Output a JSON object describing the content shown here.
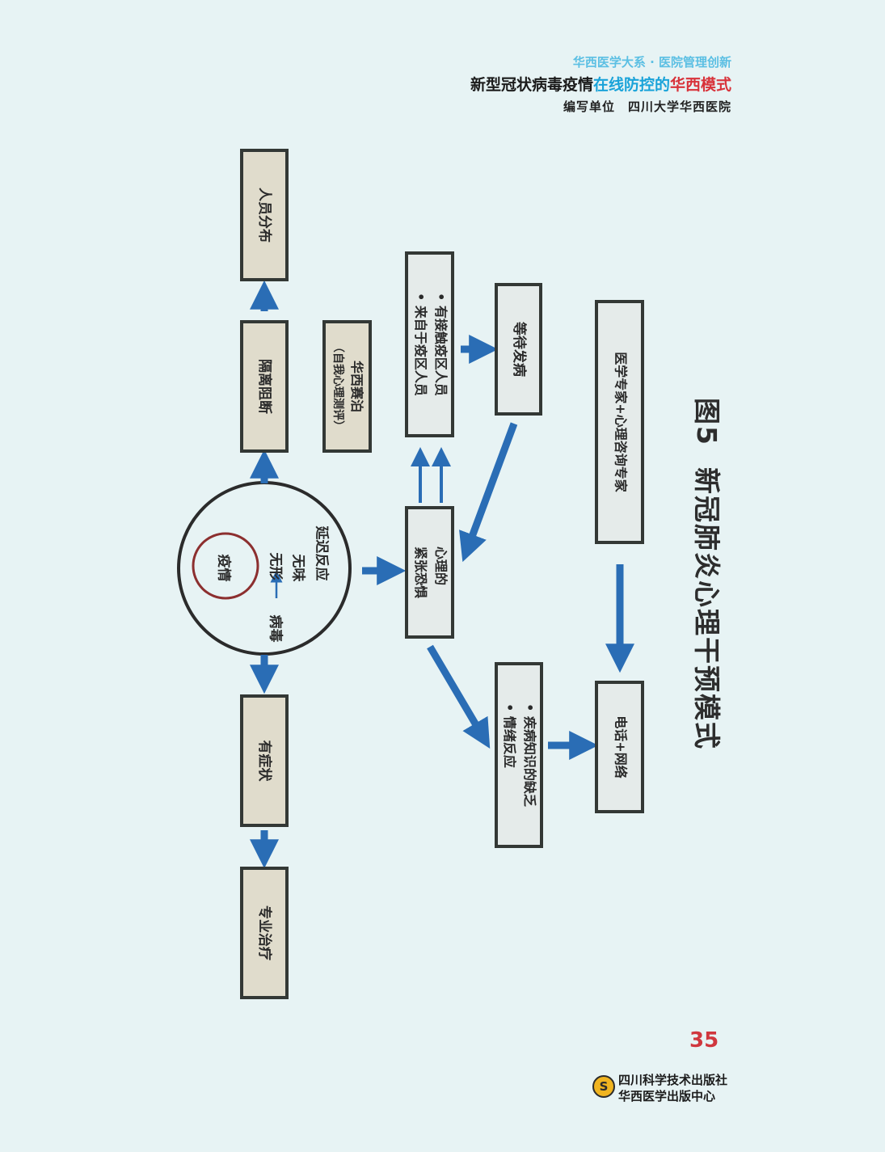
{
  "header": {
    "series": "华西医学大系 · 医院管理创新",
    "title_part1": "新型冠状病毒疫情",
    "title_part2": "在线防控的",
    "title_part3": "华西模式",
    "author_line": "编写单位　四川大学华西医院"
  },
  "diagram": {
    "circle": {
      "inner_label": "疫情",
      "virus_label": "病毒",
      "traits": [
        "无形",
        "无味",
        "延迟反应"
      ]
    },
    "boxes": {
      "people_distribution": "人员分布",
      "isolation": "隔离阻断",
      "huaxi_app": "华西赛泊",
      "huaxi_app_sub": "（自我心理测评）",
      "symptomatic": "有症状",
      "professional_treatment": "专业治疗",
      "psych_fear": [
        "心理的",
        "紧张恐惧"
      ],
      "contact_groups": [
        "有接触疫区人员",
        "来自于疫区人员"
      ],
      "waiting_onset": "等待发病",
      "knowledge_gap": [
        "疾病知识的缺乏",
        "情绪反应"
      ],
      "experts": "医学专家+心理咨询专家",
      "phone_network": "电话+网络"
    },
    "colors": {
      "arrow": "#2a6db5",
      "box_border": "#333835",
      "tan_fill": "#e0dccc",
      "grey_fill": "#e5ebea",
      "inner_circle": "#8c2f2f",
      "background": "#e7f3f4"
    }
  },
  "caption": {
    "figure_no": "图5",
    "title": "新冠肺炎心理干预模式"
  },
  "footer": {
    "page_number": "35",
    "publisher_1": "四川科学技术出版社",
    "publisher_2": "华西医学出版中心",
    "logo_glyph": "S"
  }
}
